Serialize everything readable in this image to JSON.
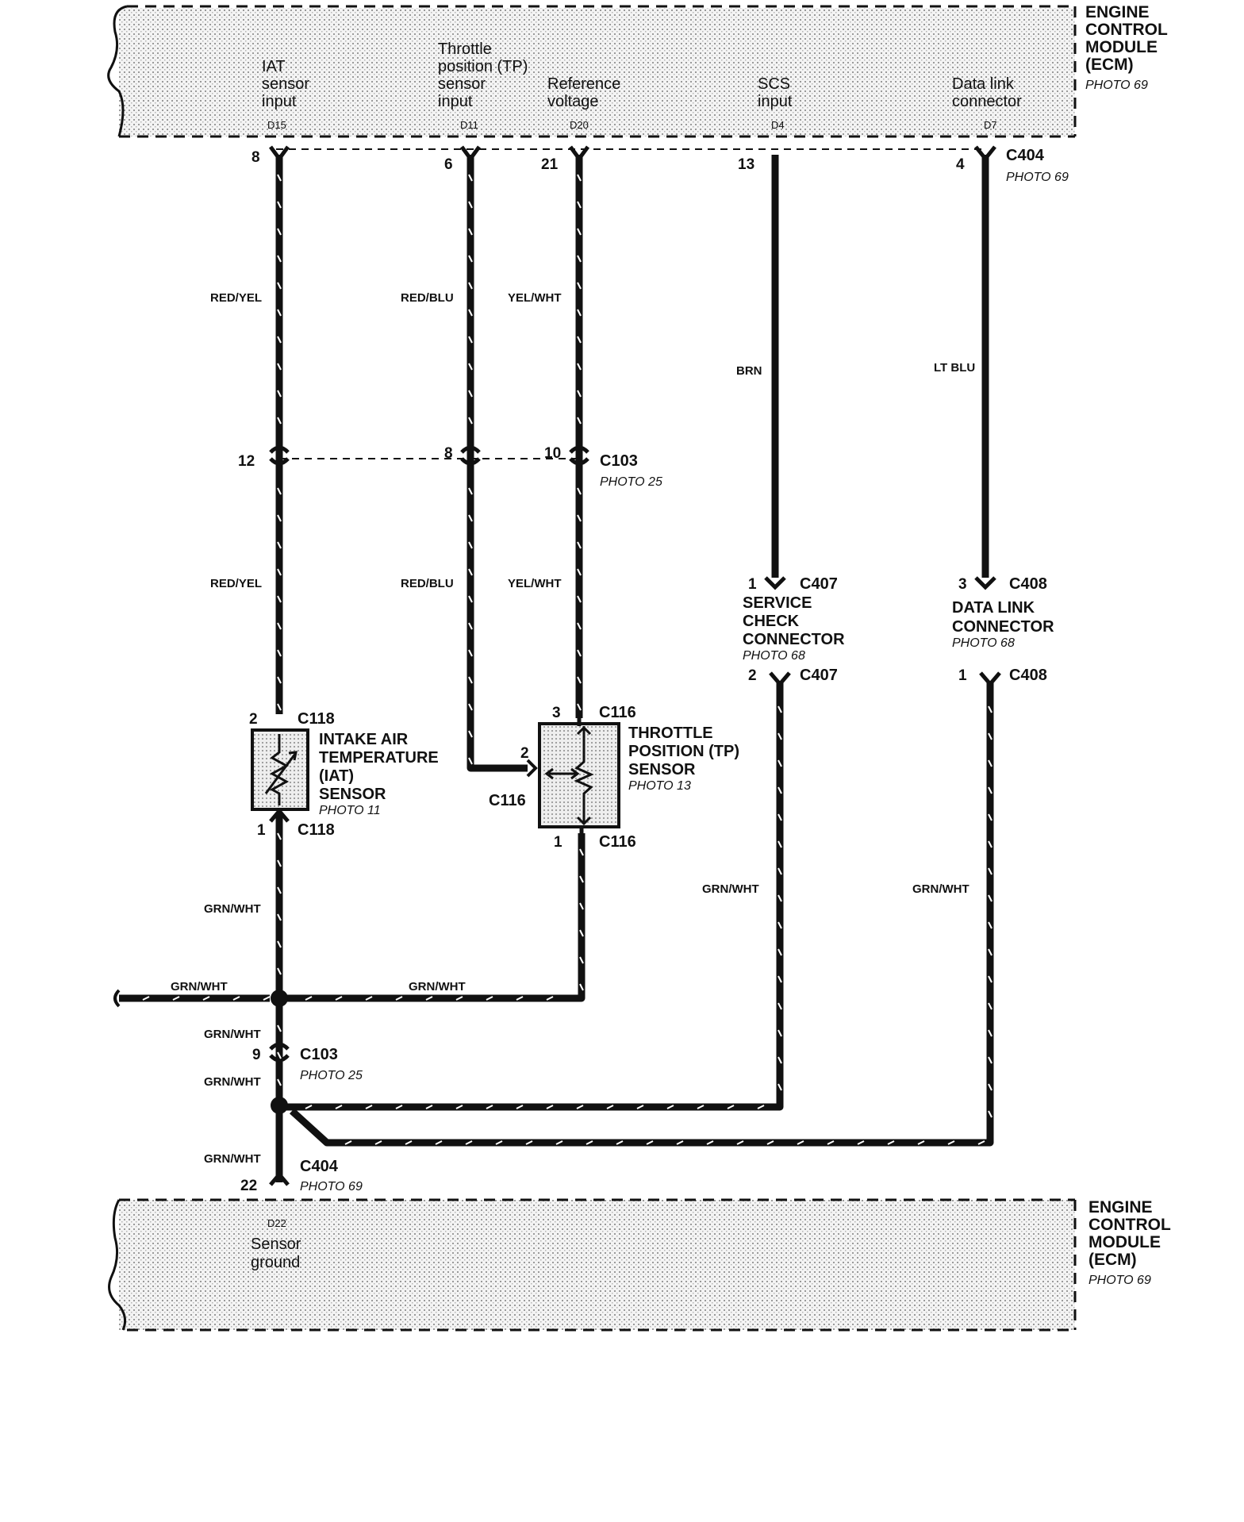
{
  "ecm": {
    "title_lines": [
      "ENGINE",
      "CONTROL",
      "MODULE",
      "(ECM)"
    ],
    "photo": "PHOTO 69"
  },
  "ecm_inputs": [
    {
      "desc_lines": [
        "IAT",
        "sensor",
        "input"
      ],
      "terminal": "D15",
      "pin": "8"
    },
    {
      "desc_lines": [
        "Throttle",
        "position (TP)",
        "sensor",
        "input"
      ],
      "terminal": "D11",
      "pin": "6"
    },
    {
      "desc_lines": [
        "Reference",
        "voltage"
      ],
      "terminal": "D20",
      "pin": "21"
    },
    {
      "desc_lines": [
        "SCS",
        "input"
      ],
      "terminal": "D4",
      "pin": "13"
    },
    {
      "desc_lines": [
        "Data link",
        "connector"
      ],
      "terminal": "D7",
      "pin": "4"
    }
  ],
  "ecm_ground": {
    "desc_lines": [
      "Sensor",
      "ground"
    ],
    "terminal": "D22",
    "pin": "22"
  },
  "connectors": {
    "c404": {
      "name": "C404",
      "photo": "PHOTO 69"
    },
    "c103": {
      "name": "C103",
      "photo": "PHOTO 25",
      "pins": [
        "12",
        "8",
        "10"
      ],
      "ground_pin": "9"
    },
    "c118": {
      "name": "C118",
      "top_pin": "2",
      "bottom_pin": "1"
    },
    "c116": {
      "name": "C116",
      "top_pin": "3",
      "mid_pin": "2",
      "bottom_pin": "1"
    },
    "c407": {
      "name": "C407",
      "top_pin": "1",
      "bottom_pin": "2"
    },
    "c408": {
      "name": "C408",
      "top_pin": "3",
      "bottom_pin": "1"
    }
  },
  "wire_colors": {
    "red_yel": "RED/YEL",
    "red_blu": "RED/BLU",
    "yel_wht": "YEL/WHT",
    "brn": "BRN",
    "lt_blu": "LT BLU",
    "grn_wht": "GRN/WHT"
  },
  "components": {
    "iat": {
      "lines": [
        "INTAKE AIR",
        "TEMPERATURE",
        "(IAT)",
        "SENSOR"
      ],
      "photo": "PHOTO 11"
    },
    "tp": {
      "lines": [
        "THROTTLE",
        "POSITION (TP)",
        "SENSOR"
      ],
      "photo": "PHOTO 13"
    },
    "scs": {
      "lines": [
        "SERVICE",
        "CHECK",
        "CONNECTOR"
      ],
      "photo": "PHOTO 68"
    },
    "dlc": {
      "lines": [
        "DATA LINK",
        "CONNECTOR"
      ],
      "photo": "PHOTO 68"
    }
  }
}
